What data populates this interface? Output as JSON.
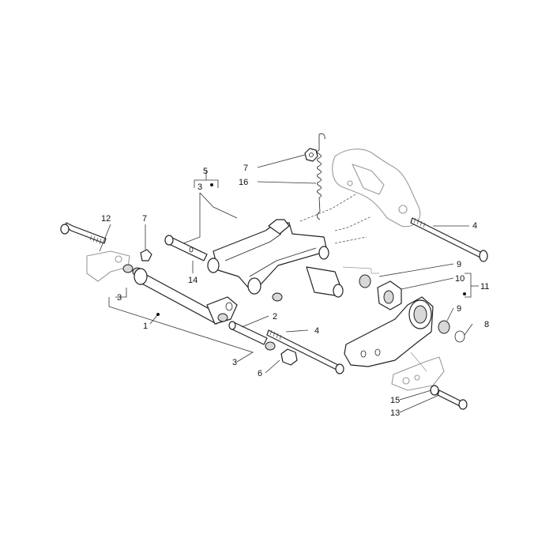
{
  "callouts": {
    "c1": "1",
    "c2": "2",
    "c3a": "3",
    "c3b": "3",
    "c3c": "3",
    "c4a": "4",
    "c4b": "4",
    "c5": "5",
    "c6": "6",
    "c7a": "7",
    "c7b": "7",
    "c8": "8",
    "c9a": "9",
    "c9b": "9",
    "c10": "10",
    "c11": "11",
    "c12": "12",
    "c13": "13",
    "c14": "14",
    "c15": "15",
    "c16": "16"
  }
}
